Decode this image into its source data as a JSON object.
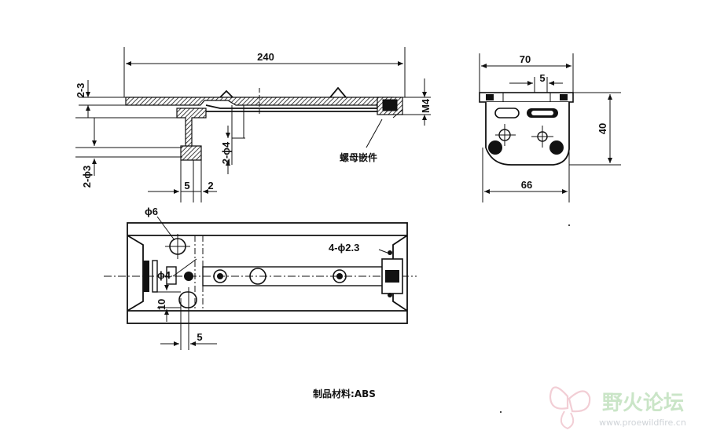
{
  "side_view": {
    "length_label": "240",
    "wall_label": "2-3",
    "hole_label": "2-ϕ3",
    "boss_label": "2-ϕ4",
    "offset_a_label": "5",
    "offset_b_label": "2",
    "thread_label": "M4",
    "nut_insert_label": "螺母嵌件"
  },
  "end_view": {
    "width_top_label": "70",
    "slot_label": "5",
    "height_label": "40",
    "width_bottom_label": "66"
  },
  "top_view": {
    "dia6_label": "ϕ6",
    "dia4_label": "ϕ4",
    "holes_label": "4-ϕ2.3",
    "ten_label": "10",
    "five_label": "5"
  },
  "caption": "制品材料:ABS",
  "watermark": {
    "brand": "野火论坛",
    "url": "www.proewildfire.cn"
  }
}
